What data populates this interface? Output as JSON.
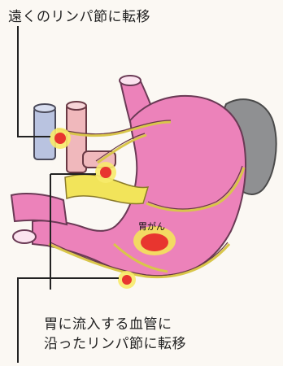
{
  "labels": {
    "top": "遠くのリンパ節に転移",
    "bottom_line1": "胃に流入する血管に",
    "bottom_line2": "沿ったリンパ節に転移",
    "tumor": "胃がん"
  },
  "colors": {
    "stomach": "#ec82ba",
    "stomach_outline": "#6a3a55",
    "spleen": "#8f9092",
    "vessel_blue": "#b9c3e0",
    "vessel_pink": "#f0b8bc",
    "lymph_yellow": "#f2e45a",
    "node_red": "#e8352f",
    "leader_line": "#222222"
  }
}
